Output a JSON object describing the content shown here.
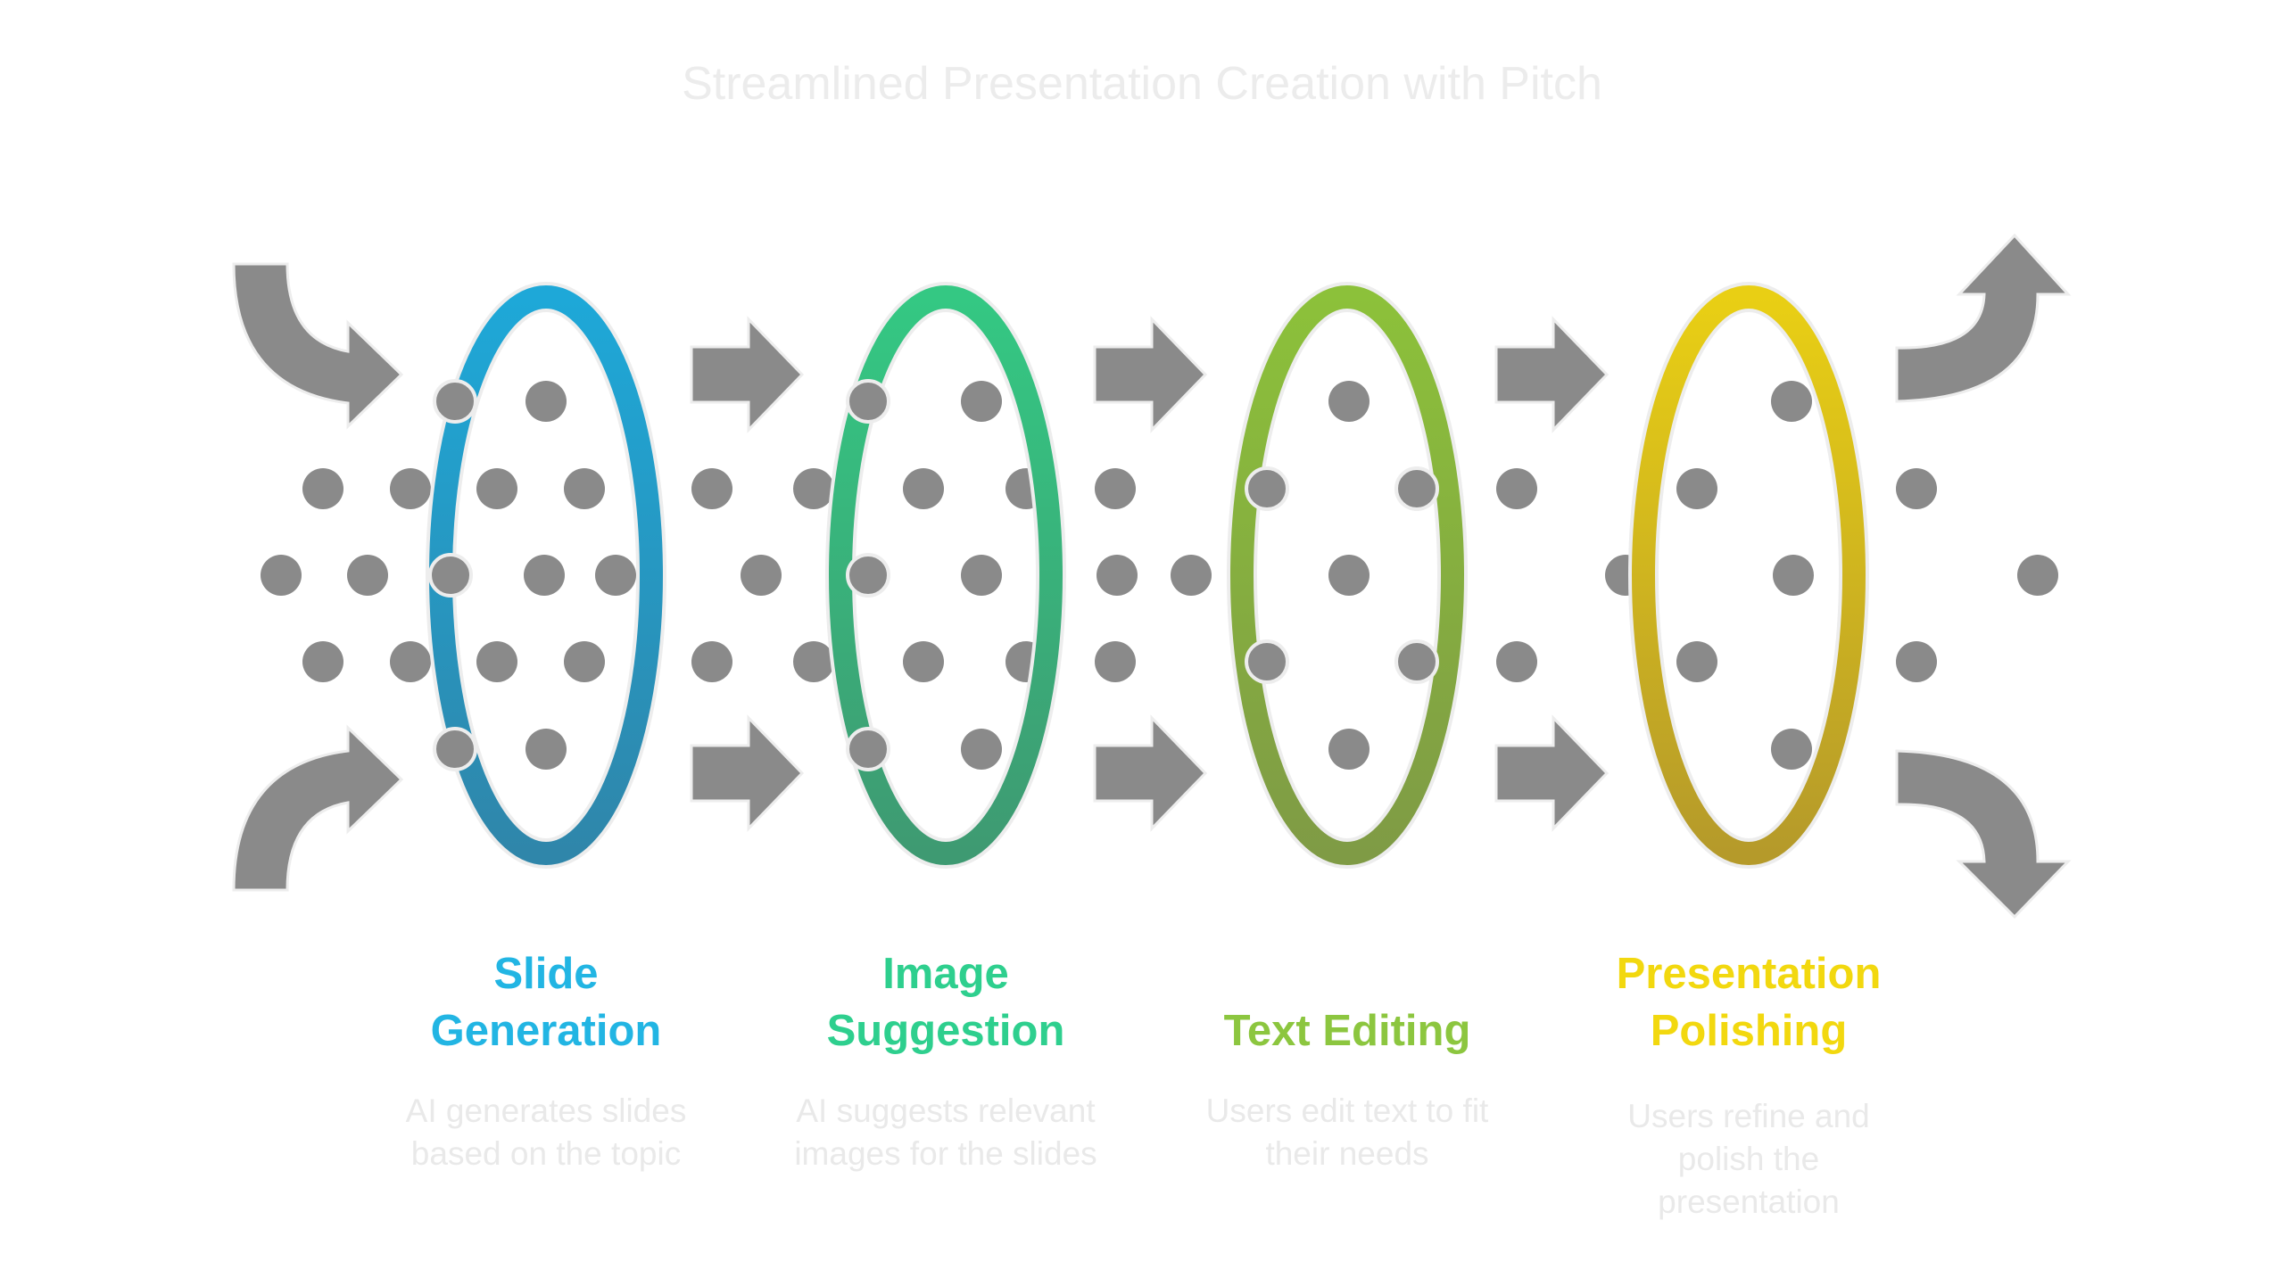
{
  "title": "Streamlined Presentation Creation with Pitch",
  "stages": [
    {
      "label_lines": [
        "Slide",
        "Generation"
      ],
      "description_lines": [
        "AI generates slides",
        "based on the topic"
      ],
      "color": "#22b5e3",
      "ring_top": "#1ea8d8",
      "ring_bottom": "#2f86aa"
    },
    {
      "label_lines": [
        "Image",
        "Suggestion"
      ],
      "description_lines": [
        "AI suggests relevant",
        "images for the slides"
      ],
      "color": "#2ecf8e",
      "ring_top": "#34c883",
      "ring_bottom": "#3e9a72"
    },
    {
      "label_lines": [
        "Text Editing"
      ],
      "description_lines": [
        "Users edit text to fit",
        "their needs"
      ],
      "color": "#8cc63f",
      "ring_top": "#8cc13a",
      "ring_bottom": "#7f9b45"
    },
    {
      "label_lines": [
        "Presentation",
        "Polishing"
      ],
      "description_lines": [
        "Users refine and",
        "polish the",
        "presentation"
      ],
      "color": "#f2d80f",
      "ring_top": "#e9cf14",
      "ring_bottom": "#b59a2a"
    }
  ],
  "colors": {
    "arrow": "#8a8a8a",
    "dot": "#8a8a8a",
    "outline": "#ededed",
    "background": "#ffffff"
  }
}
